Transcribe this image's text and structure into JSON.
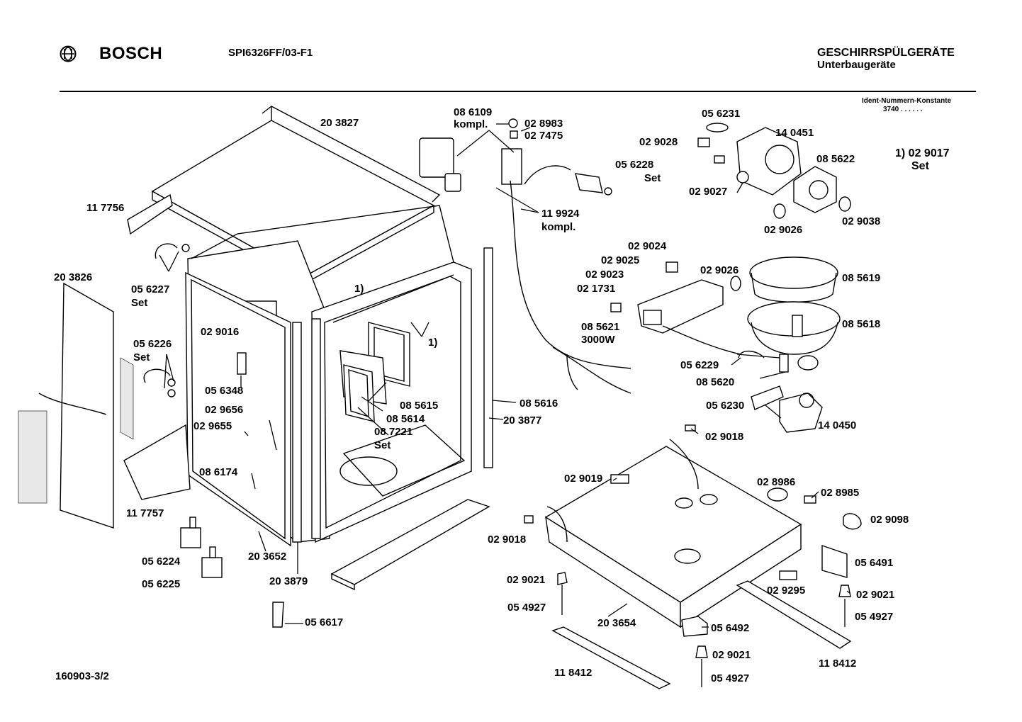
{
  "header": {
    "brand": "BOSCH",
    "model": "SPI6326FF/03-F1",
    "category": "GESCHIRRSPÜLGERÄTE",
    "subcategory": "Unterbaugeräte",
    "ident_label": "Ident-Nummern-Konstante",
    "ident_value": "3740  . .   . . . .",
    "footnote_code": "1) 02 9017",
    "footnote_set": "Set"
  },
  "footer": {
    "doc_number": "160903-3/2"
  },
  "labels": {
    "l203827": "20 3827",
    "l086109": "08 6109",
    "lkompl1": "kompl.",
    "l028983": "02 8983",
    "l027475": "02 7475",
    "l056231": "05 6231",
    "l140451": "14 0451",
    "l029028": "02 9028",
    "l056228": "05 6228",
    "lset6228": "Set",
    "l085622": "08 5622",
    "l029027": "02 9027",
    "l029026a": "02 9026",
    "l029038": "02 9038",
    "l117756": "11 7756",
    "l119924": "11 9924",
    "lkompl2": "kompl.",
    "l203826": "20 3826",
    "l056227": "05 6227",
    "lset6227": "Set",
    "l029024": "02 9024",
    "l029025": "02 9025",
    "l029023": "02 9023",
    "l021731": "02 1731",
    "l029026b": "02 9026",
    "l085619": "08 5619",
    "l1a": "1)",
    "l1b": "1)",
    "l029016": "02 9016",
    "l056226": "05 6226",
    "lset6226": "Set",
    "l085621": "08 5621",
    "l3000w": "3000W",
    "l085618": "08 5618",
    "l056348": "05 6348",
    "l056229": "05 6229",
    "l085615": "08 5615",
    "l085614": "08 5614",
    "l087221": "08 7221",
    "lset7221": "Set",
    "l085616": "08 5616",
    "l085620": "08 5620",
    "l029656": "02 9656",
    "l029655": "02 9655",
    "l203877": "20 3877",
    "l056230": "05 6230",
    "l140450": "14 0450",
    "l029018a": "02 9018",
    "l086174": "08 6174",
    "l029019": "02 9019",
    "l028986": "02 8986",
    "l028985": "02 8985",
    "l117757": "11 7757",
    "l029018b": "02 9018",
    "l029098": "02 9098",
    "l056224": "05 6224",
    "l203652": "20 3652",
    "l056491": "05 6491",
    "l056225": "05 6225",
    "l029021a": "02 9021",
    "l029295": "02 9295",
    "l029021b": "02 9021",
    "l203879": "20 3879",
    "l054927a": "05 4927",
    "l054927b": "05 4927",
    "l203654": "20 3654",
    "l056492": "05 6492",
    "l056617": "05 6617",
    "l029021c": "02 9021",
    "l118412a": "11 8412",
    "l118412b": "11 8412",
    "l054927c": "05 4927"
  }
}
